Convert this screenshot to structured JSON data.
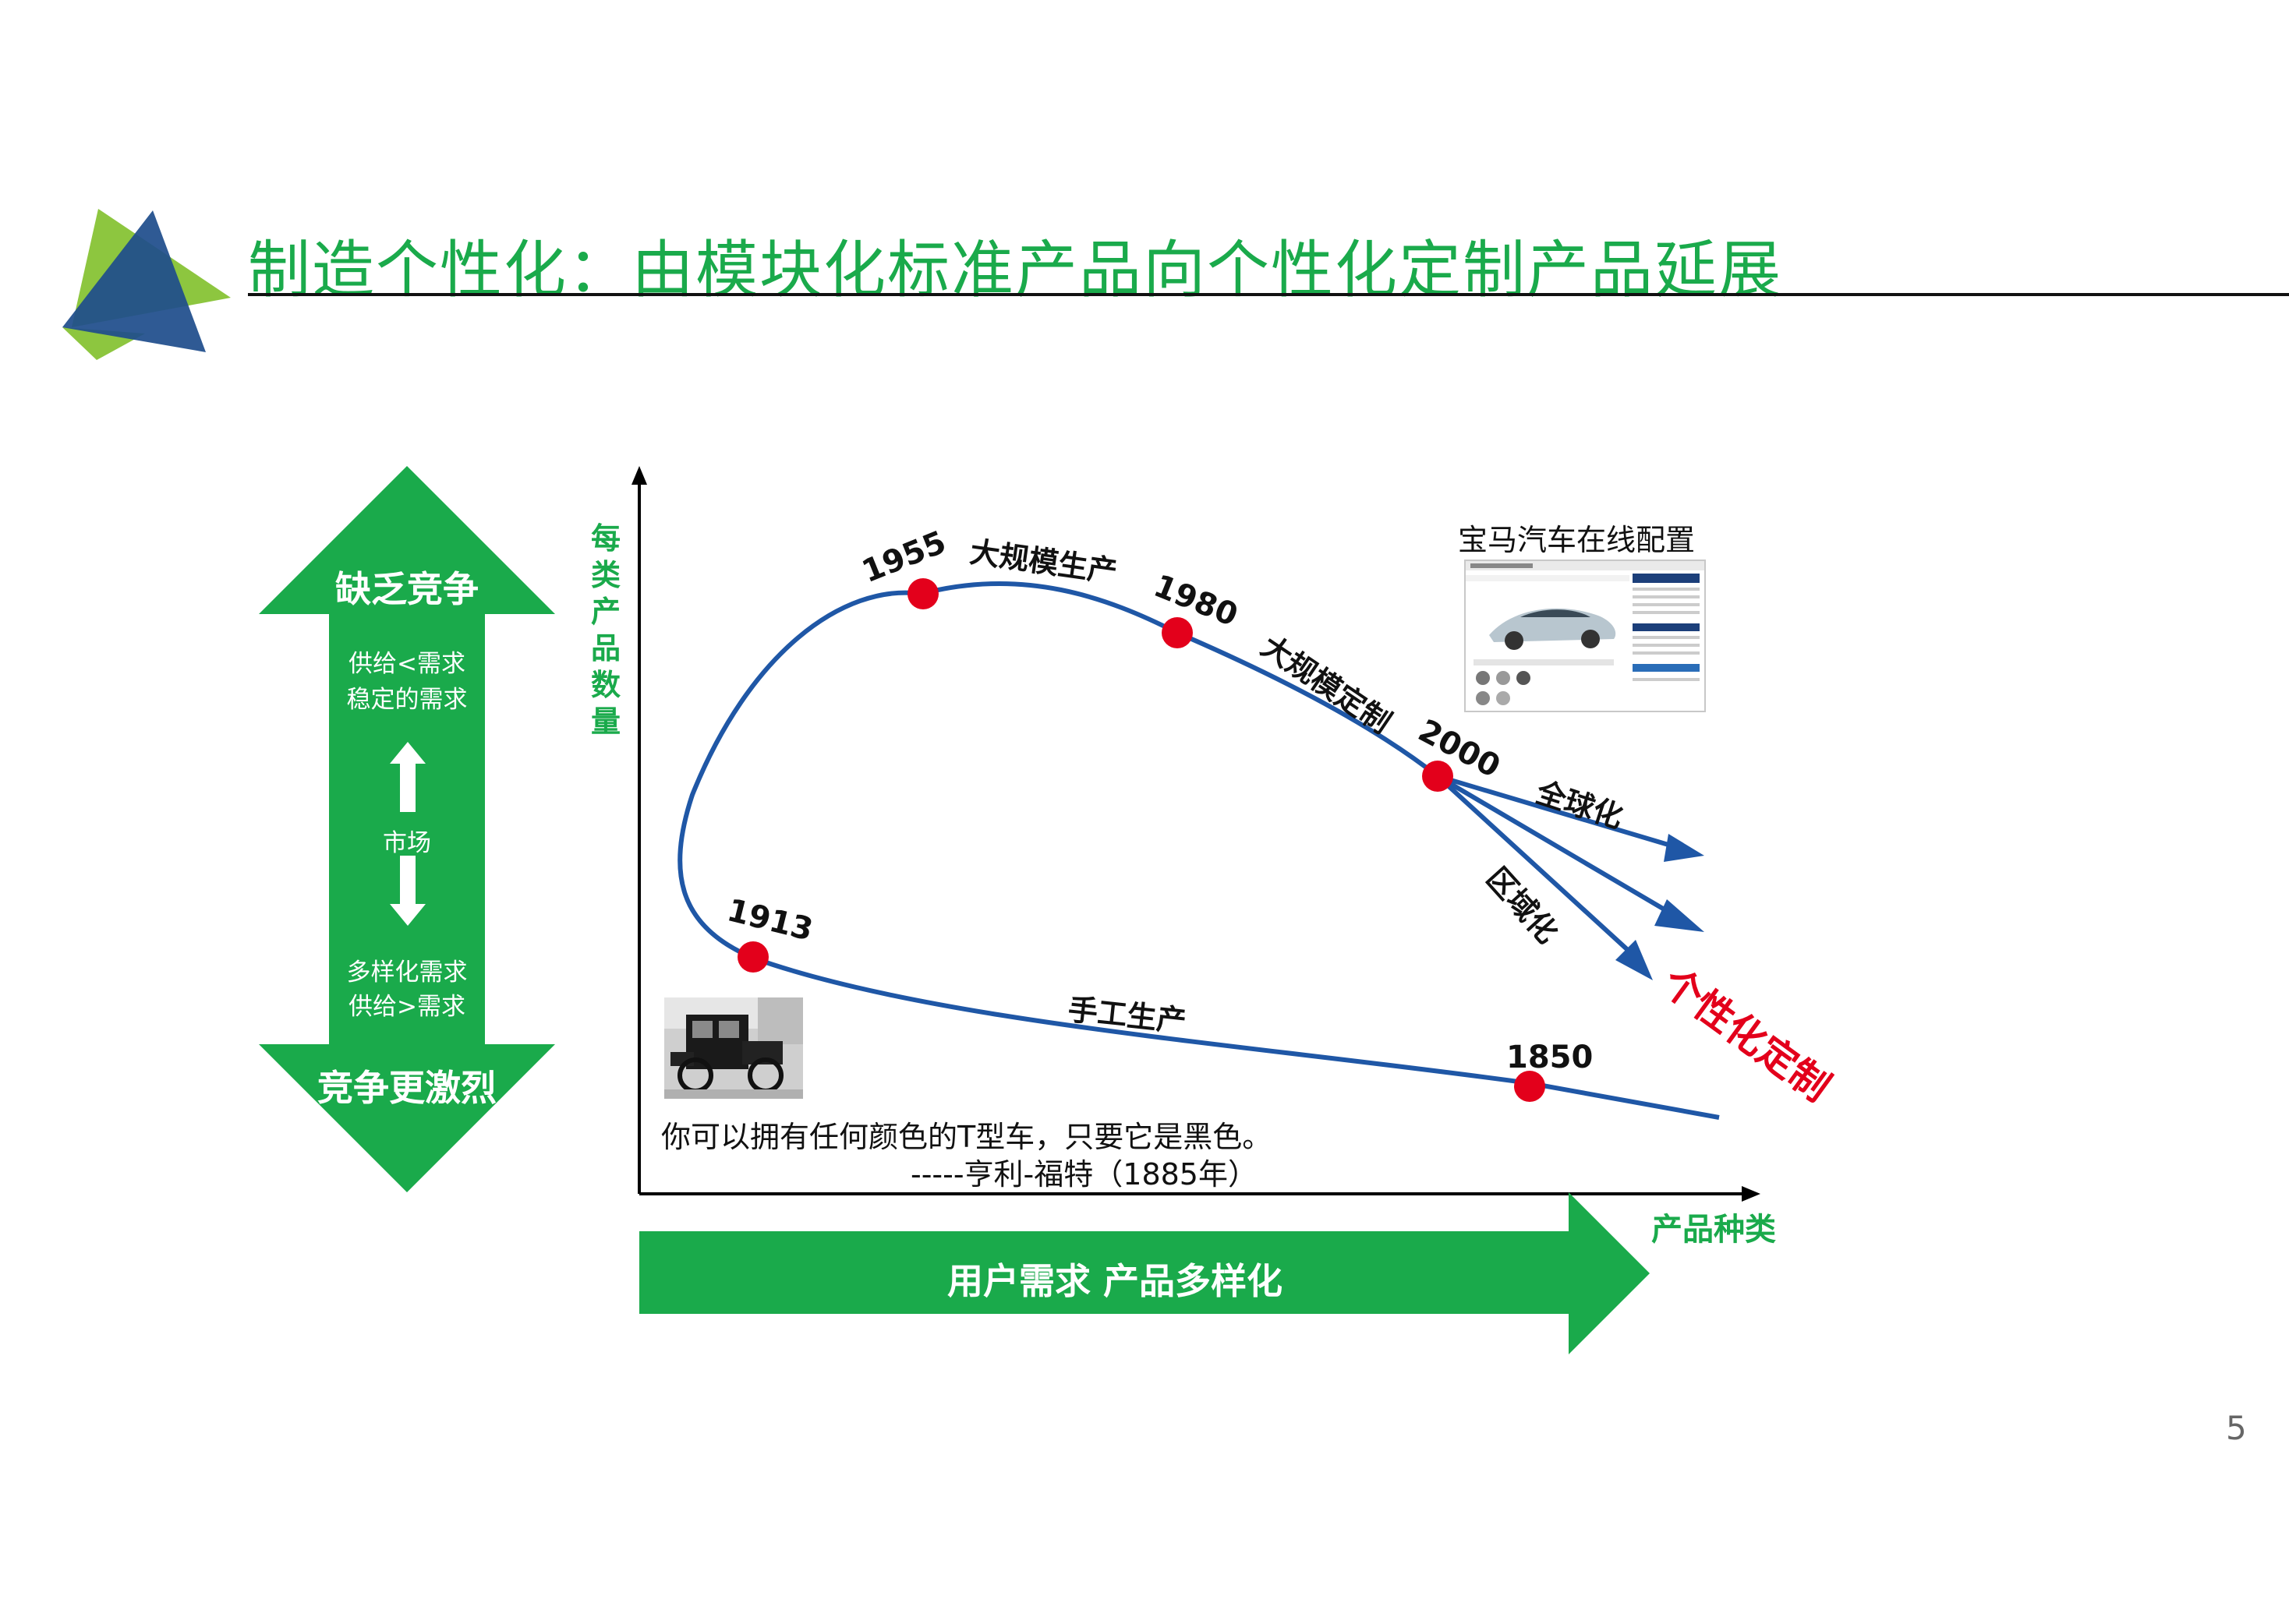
{
  "title": "制造个性化：由模块化标准产品向个性化定制产品延展",
  "page_number": "5",
  "logo": {
    "colors": [
      "#1f4e8c",
      "#8dc63f",
      "#2b3a8c"
    ]
  },
  "market_arrow": {
    "top_label": "缺乏竞争",
    "top_sub_1": "供给<需求",
    "top_sub_2": "稳定的需求",
    "middle": "市场",
    "bottom_sub_1": "多样化需求",
    "bottom_sub_2": "供给>需求",
    "bottom_label": "竞争更激烈",
    "color": "#1aaa4b"
  },
  "axes": {
    "y_label": [
      "每",
      "类",
      "产",
      "品",
      "数",
      "量"
    ],
    "x_label": "产品种类"
  },
  "bottom_arrow": {
    "label": "用户需求  产品多样化"
  },
  "curve": {
    "color": "#1f57a6",
    "points": [
      {
        "label": "1850"
      },
      {
        "label": "1913"
      },
      {
        "label": "1955"
      },
      {
        "label": "1980"
      },
      {
        "label": "2000"
      }
    ],
    "stages": {
      "craft": "手工生产",
      "mass_production": "大规模生产",
      "mass_customization": "大规模定制",
      "globalization": "全球化",
      "regionalization": "区域化",
      "personalization": "个性化定制"
    },
    "point_color": "#e3001b"
  },
  "bmw": {
    "caption": "宝马汽车在线配置"
  },
  "ford_quote": {
    "line1": "你可以拥有任何颜色的T型车，只要它是黑色。",
    "line2": "-----亨利-福特（1885年）"
  }
}
